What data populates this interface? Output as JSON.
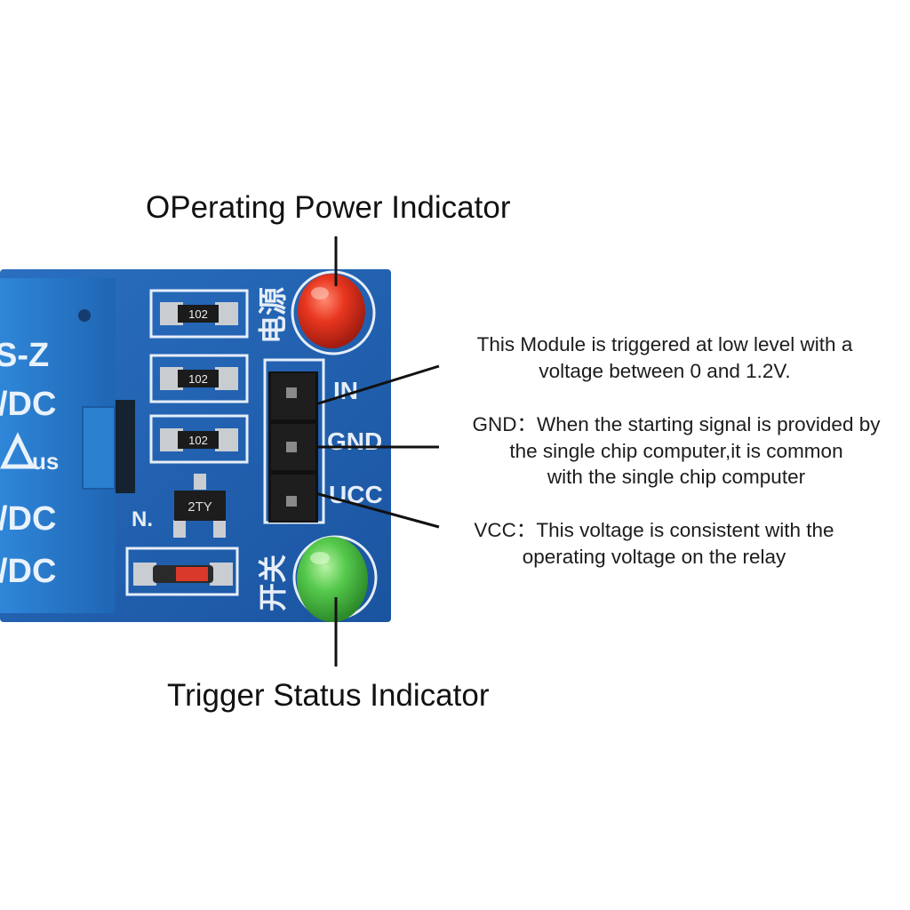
{
  "callouts": {
    "power_indicator_title": "OPerating Power Indicator",
    "trigger_indicator_title": "Trigger Status Indicator"
  },
  "notes": {
    "in": [
      "This Module is triggered at low level with a",
      "voltage between 0 and 1.2V."
    ],
    "gnd": [
      "GND：When the starting signal is provided by",
      "the single chip computer,it is common",
      "with the single chip computer"
    ],
    "vcc": [
      "VCC：This voltage is consistent with the",
      "operating voltage on the relay"
    ]
  },
  "board": {
    "pin_labels": {
      "in": "IN",
      "gnd": "GND",
      "vcc": "UCC"
    },
    "chinese_labels": {
      "power": "电源",
      "switch": "开关"
    },
    "resistor_codes": [
      "102",
      "102",
      "102"
    ],
    "transistor_code": "2TY",
    "diode_label": "N.",
    "relay_text": [
      "S-Z",
      "/DC",
      "us",
      "/DC",
      "/DC"
    ]
  },
  "colors": {
    "pcb_blue": "#1d5fb0",
    "relay_blue": "#2a78c8",
    "led_power_red": "#e5301f",
    "led_trigger_green": "#4cc34a",
    "leader_line": "#111111"
  }
}
